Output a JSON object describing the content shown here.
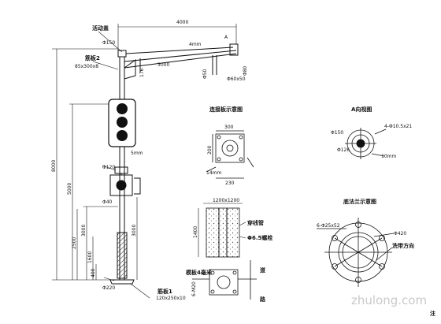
{
  "labels": {
    "live_part": "活动盖",
    "d150": "Φ150",
    "rib2_name": "筋板2",
    "rib2_size": "85x300x8",
    "h176": "176",
    "len3000": "3000",
    "len4000": "4000",
    "len4mm": "4mm",
    "a_mark": "A",
    "d60x50": "Φ60x50",
    "d50": "Φ50",
    "d80": "Φ80",
    "h8000": "8000",
    "h5000": "5000",
    "h3000": "3000",
    "h2500": "2500",
    "h1600": "1600",
    "h400": "400",
    "d120": "Φ120",
    "d40": "Φ40",
    "d5mm": "5mm",
    "d220": "Φ220",
    "rib1_name": "筋板1",
    "rib1_size": "120x250x10",
    "conn_title": "连接板示意图",
    "c300": "300",
    "c200": "200",
    "c230": "230",
    "c14mm": "14mm",
    "view_a_title": "A向视图",
    "va_d150": "Φ150",
    "va_bolts": "4-Φ10.5x21",
    "va_d126": "Φ126",
    "va_10mm": "10mm",
    "found_size": "1200x1200",
    "f1400": "1400",
    "conduit": "穿线管",
    "bolt": "Φ6.5螺栓",
    "plate4": "模板4毫米",
    "bolts_m20": "6-M20",
    "road": "道",
    "road2": "路",
    "flange_title": "底法兰示意图",
    "fl_bolts": "6-Φ25x52",
    "fl_d420": "Φ420",
    "fl_dir": "洗带方向",
    "note": "注",
    "watermark": "zhulong.com"
  }
}
